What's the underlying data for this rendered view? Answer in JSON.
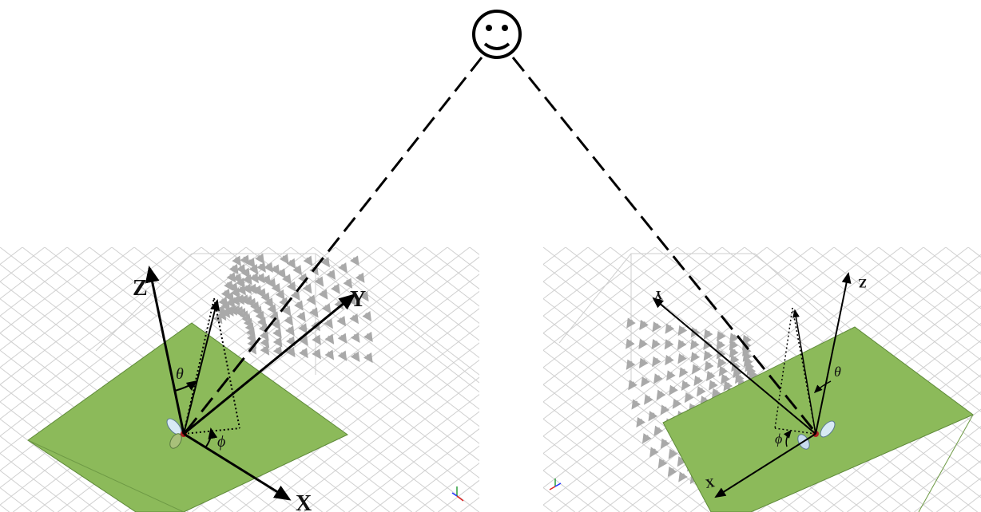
{
  "observer": {
    "icon": "smiley-face-icon"
  },
  "left_view": {
    "axes": {
      "z": "Z",
      "y": "Y",
      "x": "X"
    },
    "angles": {
      "theta": "θ",
      "phi": "ϕ"
    },
    "plate_color": "#8cba5a",
    "origin_icon": "triad-axes-icon"
  },
  "right_view": {
    "axes": {
      "z": "Z",
      "y": "Y",
      "x": "X"
    },
    "angles": {
      "theta": "θ",
      "phi": "ϕ"
    },
    "plate_color": "#8cba5a",
    "origin_icon": "triad-axes-icon"
  },
  "colors": {
    "grid": "#c8c8c8",
    "plate": "#8cba5a",
    "plate_edge": "#5f8a3a",
    "arrows": "#b5b5b5",
    "lines": "#000000"
  }
}
